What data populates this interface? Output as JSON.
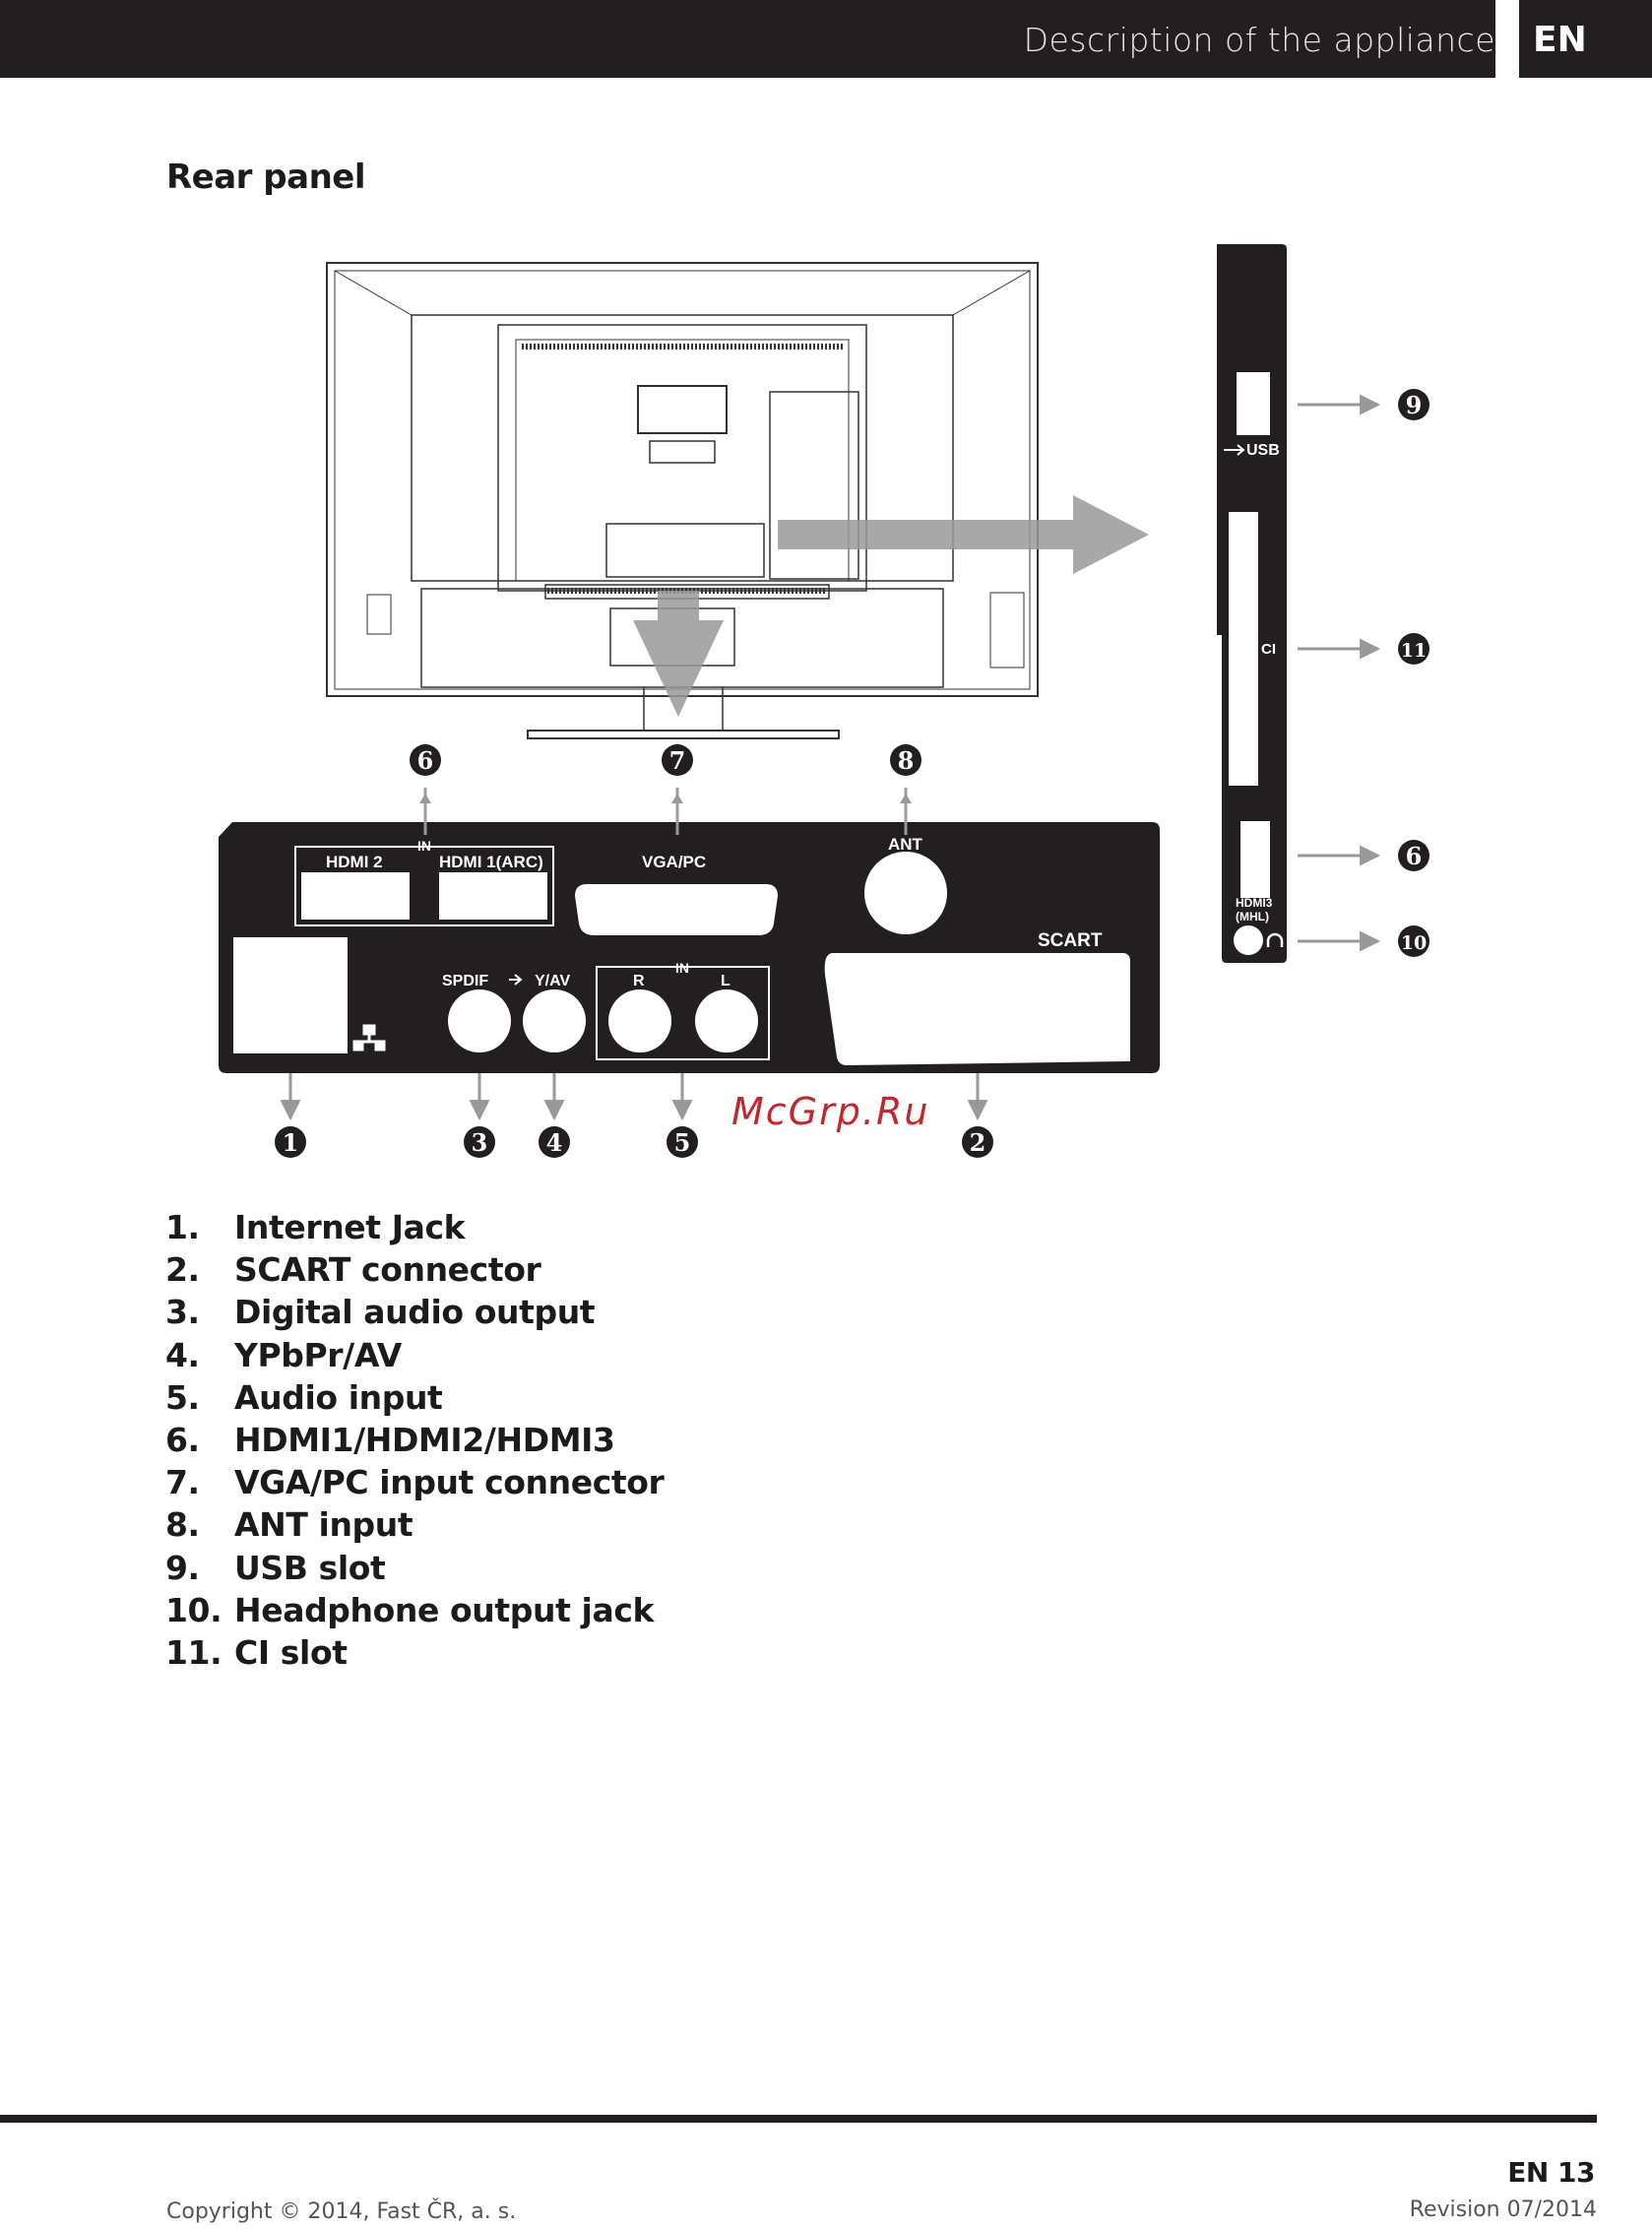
{
  "header": {
    "title": "Description of the appliance",
    "lang": "EN"
  },
  "section_title": "Rear panel",
  "panel_labels": {
    "in_top": "IN",
    "hdmi2": "HDMI 2",
    "hdmi1": "HDMI 1(ARC)",
    "vga": "VGA/PC",
    "ant": "ANT",
    "scart": "SCART",
    "spdif": "SPDIF",
    "yav": "Y/AV",
    "in_audio": "IN",
    "r": "R",
    "l": "L"
  },
  "side_labels": {
    "usb": "USB",
    "ci": "CI",
    "hdmi3": "HDMI3",
    "mhl": "(MHL)"
  },
  "callouts": {
    "c1": "1",
    "c2": "2",
    "c3": "3",
    "c4": "4",
    "c5": "5",
    "c6": "6",
    "c7": "7",
    "c8": "8",
    "c9": "9",
    "c10": "10",
    "c11": "11",
    "c6b": "6"
  },
  "legend": [
    {
      "num": "1.",
      "label": "Internet Jack"
    },
    {
      "num": "2.",
      "label": "SCART connector"
    },
    {
      "num": "3.",
      "label": "Digital audio output"
    },
    {
      "num": "4.",
      "label": "YPbPr/AV"
    },
    {
      "num": "5.",
      "label": "Audio input"
    },
    {
      "num": "6.",
      "label": "HDMI1/HDMI2/HDMI3"
    },
    {
      "num": "7.",
      "label": "VGA/PC input connector"
    },
    {
      "num": "8.",
      "label": "ANT input"
    },
    {
      "num": "9.",
      "label": "USB slot"
    },
    {
      "num": "10.",
      "label": "Headphone output jack"
    },
    {
      "num": "11.",
      "label": "CI slot"
    }
  ],
  "watermark": "McGrp.Ru",
  "footer": {
    "page": "EN 13",
    "copyright": "Copyright © 2014, Fast ČR, a. s.",
    "revision": "Revision 07/2014"
  },
  "colors": {
    "dark": "#231f20",
    "arrow_gray": "#999999",
    "watermark": "#c0282e"
  }
}
